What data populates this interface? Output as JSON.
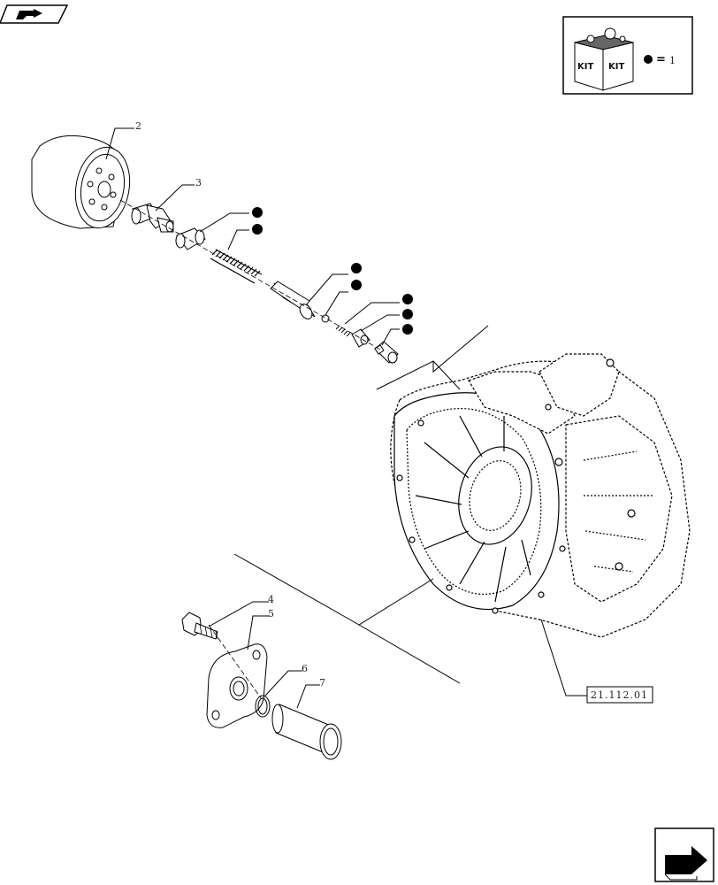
{
  "kit_legend": {
    "box_label_1": "KIT",
    "box_label_2": "KIT",
    "equals": "=",
    "value": "1"
  },
  "callouts": {
    "c2": "2",
    "c3": "3",
    "c4": "4",
    "c5": "5",
    "c6": "6",
    "c7": "7"
  },
  "reference": "21.112.01",
  "icons": [
    "nav-back-icon",
    "kit-box-icon",
    "kit-dot-icon",
    "nav-next-icon"
  ]
}
